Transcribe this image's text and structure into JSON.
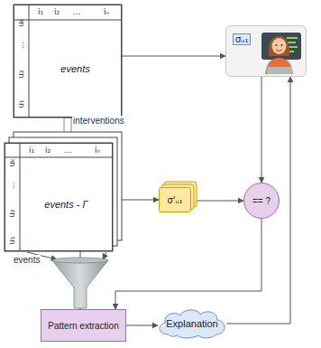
{
  "diagram": {
    "nodes": [
      {
        "text": [
          "events"
        ]
      },
      {
        "text": [
          "events - Γ"
        ]
      },
      {
        "text": [
          "σᵤ₁"
        ]
      },
      {
        "text": [
          "σ'ᵤ₁"
        ]
      },
      {
        "text": [
          "== ?"
        ]
      },
      {
        "text": [
          "Pattern extraction"
        ]
      },
      {
        "text": [
          "Explanation"
        ]
      }
    ],
    "edges": [
      {
        "from": 0,
        "to": 2,
        "arrow": "to"
      },
      {
        "from": 0,
        "to": 1,
        "label": "interventions",
        "arrow": "to"
      },
      {
        "from": 1,
        "to": 3,
        "arrow": "to"
      },
      {
        "from": 3,
        "to": 4,
        "arrow": "to"
      },
      {
        "from": 2,
        "to": 4,
        "arrow": "to"
      },
      {
        "from": 1,
        "to": 5,
        "label": "events",
        "arrow": "to"
      },
      {
        "from": 4,
        "to": 5,
        "arrow": "to"
      },
      {
        "from": 5,
        "to": 6,
        "arrow": "to"
      },
      {
        "from": 6,
        "to": 2,
        "arrow": "to"
      }
    ],
    "labels": [
      "i₁",
      "i₂",
      "...",
      "iₙ",
      "uₖ",
      "...",
      "u₂",
      "u₁",
      "i₁",
      "i₂",
      "...",
      "iₙ",
      "uₖ",
      "...",
      "u₂",
      "u₁"
    ]
  }
}
